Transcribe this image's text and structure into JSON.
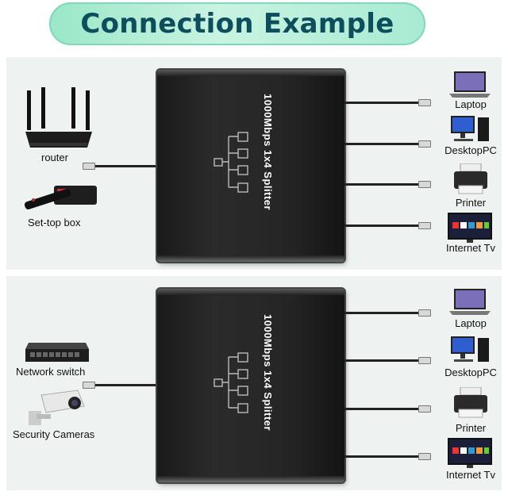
{
  "title": "Connection Example",
  "splitter_label": "1000Mbps 1x4 Splitter",
  "top": {
    "sources": [
      {
        "label": "router",
        "icon": "router-icon"
      },
      {
        "label": "Set-top box",
        "icon": "set-top-box-icon"
      }
    ],
    "outputs": [
      {
        "label": "Laptop",
        "icon": "laptop-icon"
      },
      {
        "label": "DesktopPC",
        "icon": "desktop-pc-icon"
      },
      {
        "label": "Printer",
        "icon": "printer-icon"
      },
      {
        "label": "Internet Tv",
        "icon": "internet-tv-icon"
      }
    ]
  },
  "bottom": {
    "sources": [
      {
        "label": "Network switch",
        "icon": "network-switch-icon"
      },
      {
        "label": "Security Cameras",
        "icon": "security-camera-icon"
      }
    ],
    "outputs": [
      {
        "label": "Laptop",
        "icon": "laptop-icon"
      },
      {
        "label": "DesktopPC",
        "icon": "desktop-pc-icon"
      },
      {
        "label": "Printer",
        "icon": "printer-icon"
      },
      {
        "label": "Internet Tv",
        "icon": "internet-tv-icon"
      }
    ]
  }
}
